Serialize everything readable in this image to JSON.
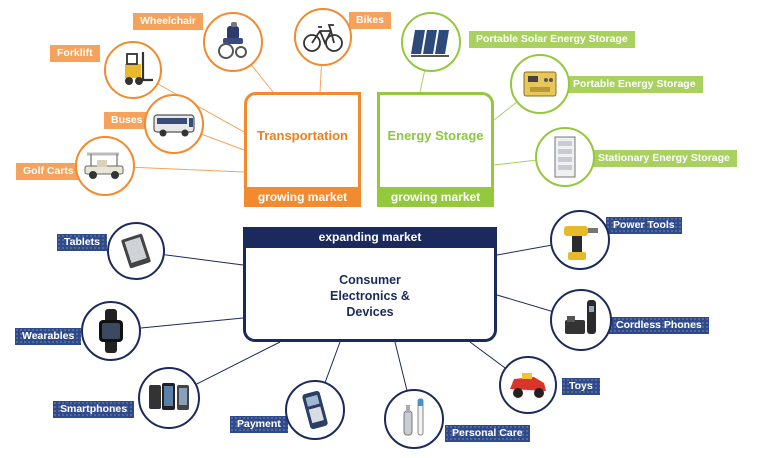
{
  "transportation": {
    "title": "Transportation",
    "footer": "growing market",
    "color": "#f28a2e",
    "items": [
      {
        "label": "Wheelchair",
        "icon": "wheelchair-icon"
      },
      {
        "label": "Bikes",
        "icon": "bicycle-icon"
      },
      {
        "label": "Forklift",
        "icon": "forklift-icon"
      },
      {
        "label": "Buses",
        "icon": "bus-icon"
      },
      {
        "label": "Golf Carts",
        "icon": "golf-cart-icon"
      }
    ]
  },
  "energy_storage": {
    "title": "Energy Storage",
    "footer": "growing market",
    "color": "#94c83d",
    "items": [
      {
        "label": "Portable Solar Energy Storage",
        "icon": "solar-panel-icon"
      },
      {
        "label": "Portable Energy Storage",
        "icon": "portable-battery-icon"
      },
      {
        "label": "Stationary Energy Storage",
        "icon": "battery-cabinet-icon"
      }
    ]
  },
  "consumer": {
    "header": "expanding market",
    "title": "Consumer\nElectronics &\nDevices",
    "color": "#1b2a5c",
    "items": [
      {
        "label": "Tablets",
        "icon": "tablet-icon"
      },
      {
        "label": "Wearables",
        "icon": "smartwatch-icon"
      },
      {
        "label": "Smartphones",
        "icon": "smartphone-icon"
      },
      {
        "label": "Payment",
        "icon": "payment-terminal-icon"
      },
      {
        "label": "Personal Care",
        "icon": "toothbrush-icon"
      },
      {
        "label": "Toys",
        "icon": "toy-car-icon"
      },
      {
        "label": "Cordless Phones",
        "icon": "cordless-phone-icon"
      },
      {
        "label": "Power Tools",
        "icon": "drill-icon"
      }
    ]
  }
}
